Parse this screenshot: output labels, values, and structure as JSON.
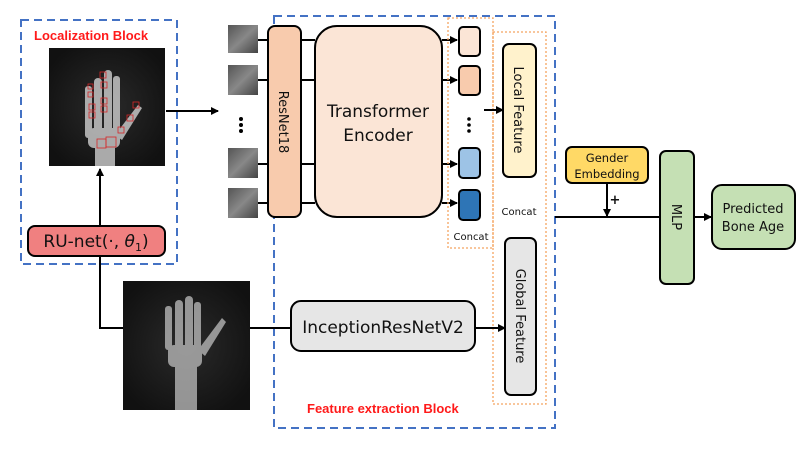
{
  "blocks": {
    "localization": {
      "label": "Localization Block"
    },
    "feature_extraction": {
      "label": "Feature extraction Block"
    }
  },
  "nodes": {
    "runet": {
      "label_prefix": "RU-net(·, ",
      "theta": "θ",
      "sub": "1",
      "label_suffix": ")"
    },
    "resnet": {
      "label": "ResNet18"
    },
    "transformer": {
      "line1": "Transformer",
      "line2": "Encoder"
    },
    "local_feature": {
      "label": "Local Feature"
    },
    "global_feature": {
      "label": "Global Feature"
    },
    "inception": {
      "label": "InceptionResNetV2"
    },
    "gender": {
      "line1": "Gender",
      "line2": "Embedding"
    },
    "mlp": {
      "label": "MLP"
    },
    "output": {
      "line1": "Predicted",
      "line2": "Bone Age"
    }
  },
  "labels": {
    "concat_inner": "Concat",
    "concat_outer": "Concat",
    "plus": "+",
    "ellipsis": "•\n•\n•"
  },
  "colors": {
    "blue_dash": "#4472c4",
    "orange_dot": "#f4a460",
    "runet_fill": "#f08080",
    "resnet_fill": "#f8cbad",
    "transformer_fill": "#fbe5d6",
    "local_fill": "#fff2cc",
    "global_fill": "#e6e6e6",
    "gender_fill": "#ffd966",
    "mlp_fill": "#c5e0b4",
    "token_colors": [
      "#fbe5d6",
      "#f8cbad",
      "#9dc3e6",
      "#2e75b6"
    ],
    "red_label": "#ff1a1a"
  }
}
